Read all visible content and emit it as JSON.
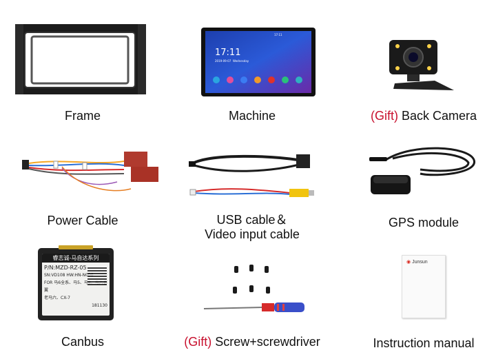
{
  "items": [
    {
      "name": "Frame"
    },
    {
      "name": "Machine"
    },
    {
      "gift": "(Gift)",
      "name": "Back Camera"
    },
    {
      "name": "Power Cable"
    },
    {
      "name": "USB cable＆",
      "name2": "Video input cable"
    },
    {
      "name": "GPS module"
    },
    {
      "name": "Canbus"
    },
    {
      "gift": "(Gift)",
      "name": "Screw+screwdriver"
    },
    {
      "name": "Instruction manual"
    }
  ],
  "machine_screen": {
    "time": "17:11",
    "date": "2019-09-07",
    "weekday": "Wednesday",
    "status_time": "17:11"
  },
  "canbus_label": {
    "brand": "睿志诚-马自达系列",
    "pn": "P/N:MZD-RZ-05",
    "sn": "SN:VD108 HW:HN-N000",
    "line": "FOR 马6全系、马5、马8、马六睿翼",
    "line2": "老马六、CX-7",
    "code": "181130"
  },
  "manual": {
    "brand": "Junsun"
  },
  "colors": {
    "gift": "#c8102e",
    "text": "#111111",
    "background": "#ffffff"
  }
}
